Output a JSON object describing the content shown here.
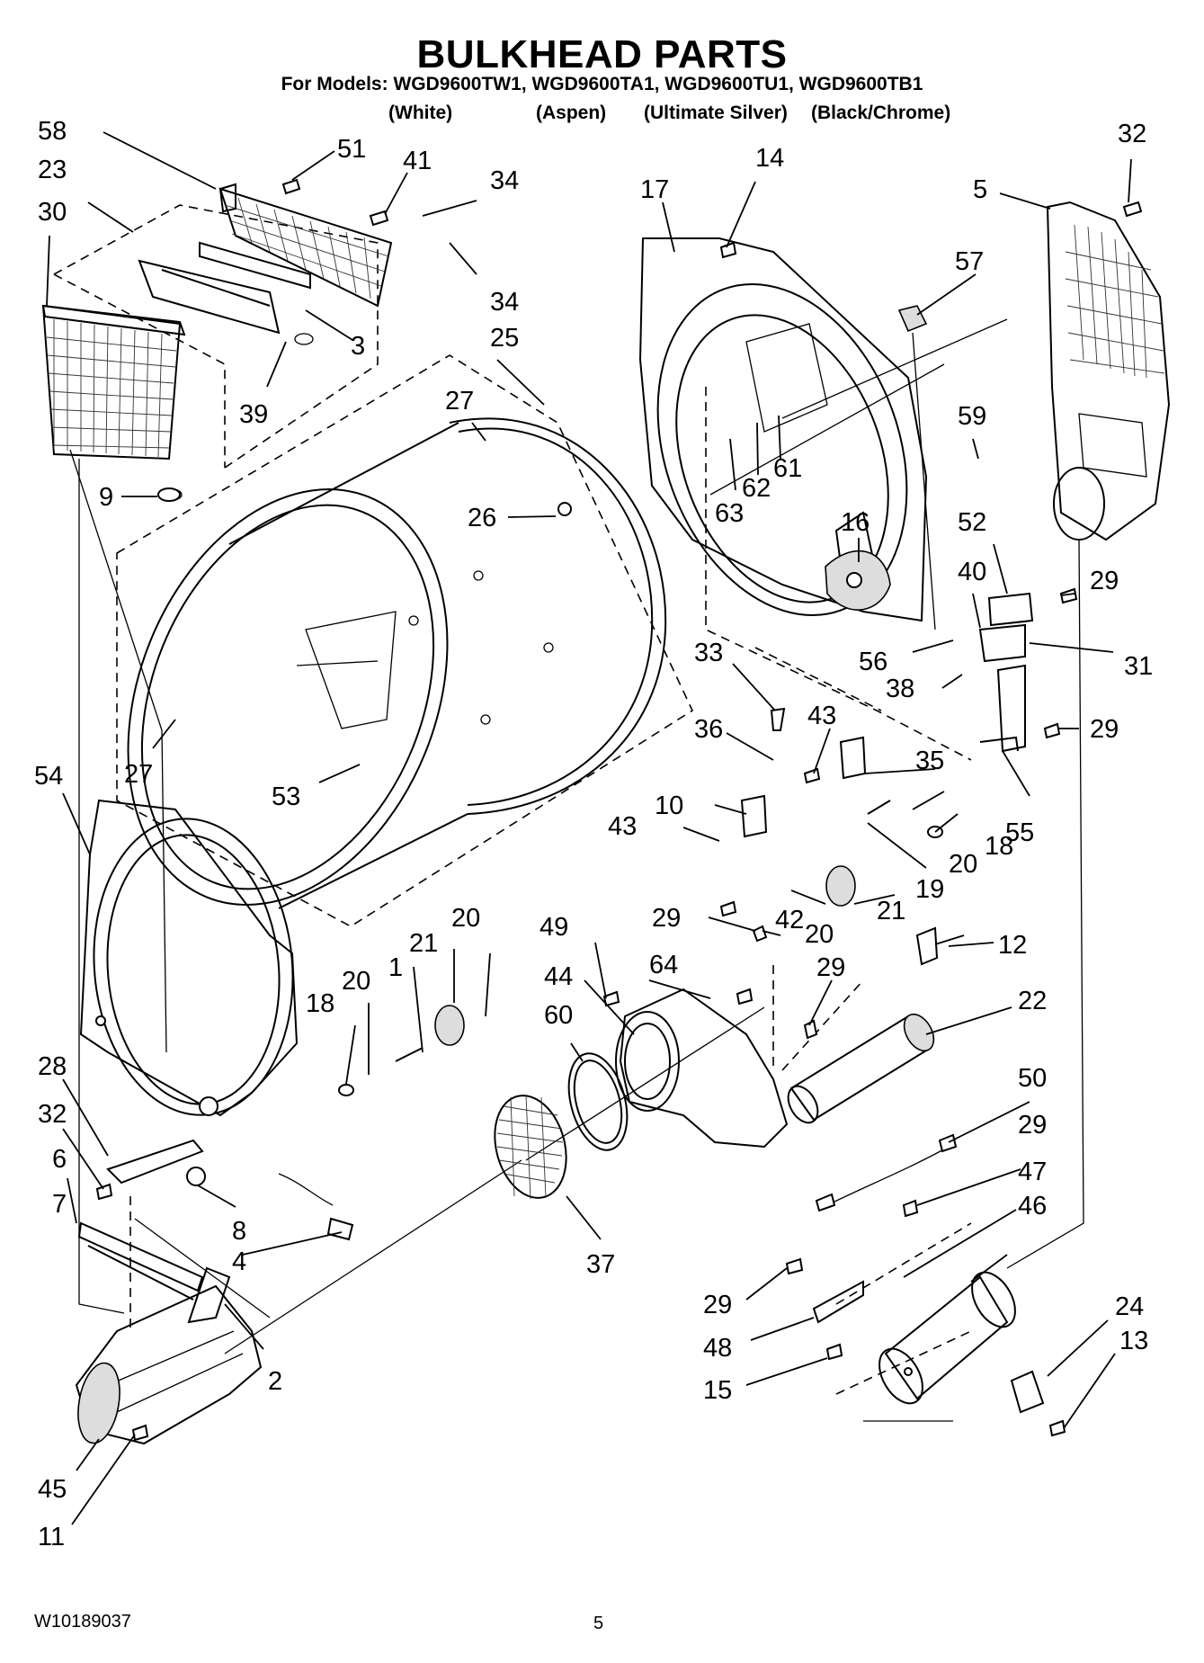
{
  "title": "BULKHEAD PARTS",
  "models_line": "For Models: WGD9600TW1, WGD9600TA1, WGD9600TU1, WGD9600TB1",
  "variants": [
    "(White)",
    "(Aspen)",
    "(Ultimate Silver)",
    "(Black/Chrome)"
  ],
  "callouts": [
    "58",
    "51",
    "41",
    "34",
    "23",
    "30",
    "3",
    "34",
    "39",
    "25",
    "27",
    "9",
    "26",
    "27",
    "53",
    "54",
    "14",
    "17",
    "57",
    "32",
    "5",
    "63",
    "62",
    "61",
    "59",
    "16",
    "52",
    "40",
    "29",
    "56",
    "31",
    "38",
    "29",
    "33",
    "43",
    "36",
    "35",
    "10",
    "43",
    "18",
    "20",
    "55",
    "19",
    "21",
    "20",
    "18",
    "20",
    "21",
    "1",
    "20",
    "29",
    "49",
    "44",
    "64",
    "42",
    "29",
    "60",
    "12",
    "22",
    "28",
    "32",
    "6",
    "7",
    "8",
    "4",
    "37",
    "2",
    "45",
    "11",
    "50",
    "29",
    "47",
    "46",
    "29",
    "48",
    "15",
    "24",
    "13"
  ],
  "footer": {
    "doc_number": "W10189037",
    "page_number": "5"
  }
}
